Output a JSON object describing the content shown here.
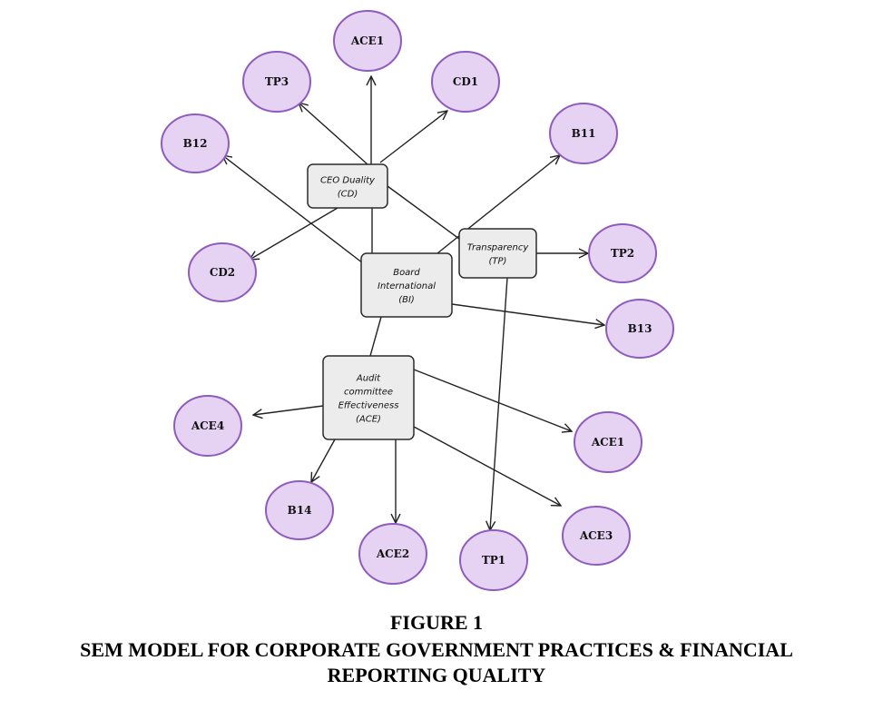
{
  "figure": {
    "number": "FIGURE 1",
    "title_line1": "SEM MODEL FOR CORPORATE GOVERNMENT PRACTICES & FINANCIAL",
    "title_line2": "REPORTING QUALITY"
  },
  "colors": {
    "indicator_fill": "#e6d2f3",
    "indicator_border": "#8f5bbd",
    "construct_fill": "#ececec",
    "construct_border": "#2b2b2b"
  },
  "constructs": [
    {
      "id": "cd",
      "lines": [
        "CEO Duality",
        "(CD)"
      ]
    },
    {
      "id": "tp",
      "lines": [
        "Transparency",
        "(TP)"
      ]
    },
    {
      "id": "bi",
      "lines": [
        "Board",
        "International",
        "(BI)"
      ]
    },
    {
      "id": "ace",
      "lines": [
        "Audit",
        "committee",
        "Effectiveness",
        "(ACE)"
      ]
    }
  ],
  "indicators": [
    {
      "id": "ace1_top",
      "label": "ACE1"
    },
    {
      "id": "tp3",
      "label": "TP3"
    },
    {
      "id": "cd1",
      "label": "CD1"
    },
    {
      "id": "b12",
      "label": "B12"
    },
    {
      "id": "b11",
      "label": "B11"
    },
    {
      "id": "cd2",
      "label": "CD2"
    },
    {
      "id": "tp2",
      "label": "TP2"
    },
    {
      "id": "b13",
      "label": "B13"
    },
    {
      "id": "ace4",
      "label": "ACE4"
    },
    {
      "id": "ace1_right",
      "label": "ACE1"
    },
    {
      "id": "b14",
      "label": "B14"
    },
    {
      "id": "ace3",
      "label": "ACE3"
    },
    {
      "id": "ace2",
      "label": "ACE2"
    },
    {
      "id": "tp1",
      "label": "TP1"
    }
  ]
}
